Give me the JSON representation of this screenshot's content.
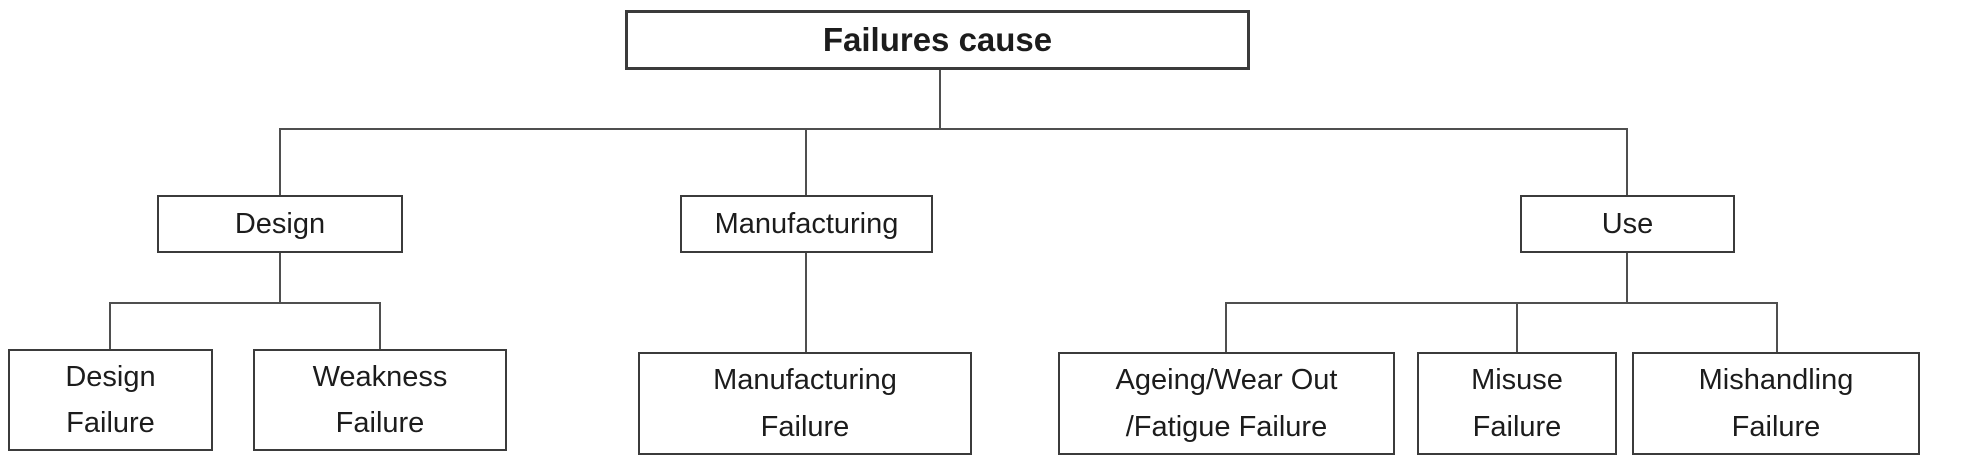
{
  "diagram": {
    "type": "tree",
    "root": {
      "label": "Failures cause"
    },
    "branches": [
      {
        "label": "Design",
        "children": [
          {
            "label": "Design\nFailure"
          },
          {
            "label": "Weakness\nFailure"
          }
        ]
      },
      {
        "label": "Manufacturing",
        "children": [
          {
            "label": "Manufacturing\nFailure"
          }
        ]
      },
      {
        "label": "Use",
        "children": [
          {
            "label": "Ageing/Wear Out\n/Fatigue Failure"
          },
          {
            "label": "Misuse\nFailure"
          },
          {
            "label": "Mishandling\nFailure"
          }
        ]
      }
    ],
    "colors": {
      "background": "#ffffff",
      "box_border": "#3b3b3b",
      "connector": "#4f4f4f",
      "text": "#1c1c1c"
    }
  }
}
